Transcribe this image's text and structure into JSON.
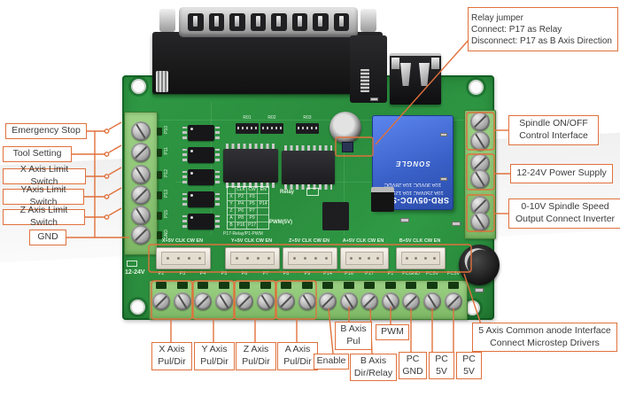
{
  "figure": {
    "type": "annotated-product-photo",
    "subject": "5 Axis CNC Breakout Interface Board"
  },
  "colors": {
    "annotation": "#e0713c",
    "pcb": "#2f9a45",
    "terminal": "#8ec779",
    "relay_blue": "#3a61c8",
    "label_text": "#3b3b3b"
  },
  "labels": {
    "left": [
      {
        "text": "Emergency Stop"
      },
      {
        "text": "Tool Setting"
      },
      {
        "text": "X Axis Limit Switch"
      },
      {
        "text": "YAxis Limit Switch"
      },
      {
        "text": "Z Axis Limit Switch"
      },
      {
        "text": "GND"
      }
    ],
    "relay_jumper": {
      "text": "Relay jumper\nConnect: P17 as Relay\nDisconnect: P17 as B Axis Direction"
    },
    "right": [
      {
        "text": "Spindle ON/OFF\nControl Interface"
      },
      {
        "text": "12-24V Power Supply"
      },
      {
        "text": "0-10V Spindle Speed\nOutput Connect Inverter"
      }
    ],
    "bottom": [
      {
        "text": "X Axis\nPul/Dir"
      },
      {
        "text": "Y Axis\nPul/Dir"
      },
      {
        "text": "Z Axis\nPul/Dir"
      },
      {
        "text": "A Axis\nPul/Dir"
      },
      {
        "text": "Enable"
      },
      {
        "text": "B Axis\nPul"
      },
      {
        "text": "PWM"
      },
      {
        "text": "B Axis\nDir/Relay"
      },
      {
        "text": "PC\nGND"
      },
      {
        "text": "PC\n5V"
      },
      {
        "text": "PC\n5V"
      },
      {
        "text": "5 Axis Common anode Interface\nConnect Microstep Drivers"
      }
    ]
  },
  "board": {
    "connector_headers": [
      "X+5V CLK CW EN",
      "Y+5V CLK CW EN",
      "Z+5V CLK CW EN",
      "A+5V CLK CW EN",
      "B+5V CLK CW EN"
    ],
    "pin_labels": [
      "P2",
      "P3",
      "P4",
      "P5",
      "P6",
      "P7",
      "P8",
      "P9",
      "P14",
      "P16",
      "P17",
      "P1",
      "PCGND",
      "PC5V",
      "PC5V"
    ],
    "left_pin_silk": [
      "P10",
      "P11",
      "P12",
      "P13",
      "P15",
      "GND"
    ],
    "resistor_networks": [
      "R01",
      "R02",
      "R03"
    ],
    "silk_relay": "Relay",
    "silk_pwm": "PWM(5V)",
    "silk_note": "P17-Relay/P1-PWM",
    "silk_power": "12-24V",
    "pin_table": {
      "header": [
        "CLK",
        "CW",
        "EN"
      ],
      "rows": [
        [
          "X",
          "P2",
          "P3"
        ],
        [
          "Y",
          "P4",
          "P5"
        ],
        [
          "Z",
          "P6",
          "P7"
        ],
        [
          "A",
          "P8",
          "P9"
        ],
        [
          "B",
          "P16",
          "P17"
        ]
      ],
      "en_pin": "P14"
    },
    "relay": {
      "model": "SRD-05VDC-SL-C",
      "brand": "SONGLE",
      "rating1": "10A 250VAC 10A 125VAC",
      "rating2": "10A 30VDC  10A 28VDC"
    }
  }
}
